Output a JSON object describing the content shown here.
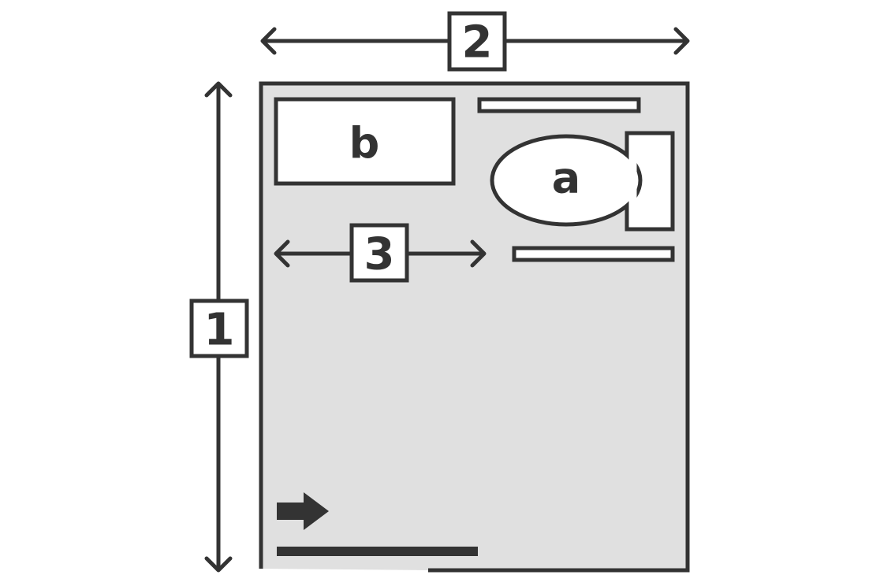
{
  "colors": {
    "stroke": "#333333",
    "room_fill": "#e0e0e0",
    "fixture_fill": "#ffffff",
    "background": "#ffffff"
  },
  "dimensions": {
    "height_label": "1",
    "width_label": "2",
    "clearance_label": "3"
  },
  "fixtures": {
    "toilet_label": "a",
    "vanity_label": "b"
  },
  "icons": {
    "entrance": "arrow-right-icon",
    "door": "door-threshold"
  }
}
